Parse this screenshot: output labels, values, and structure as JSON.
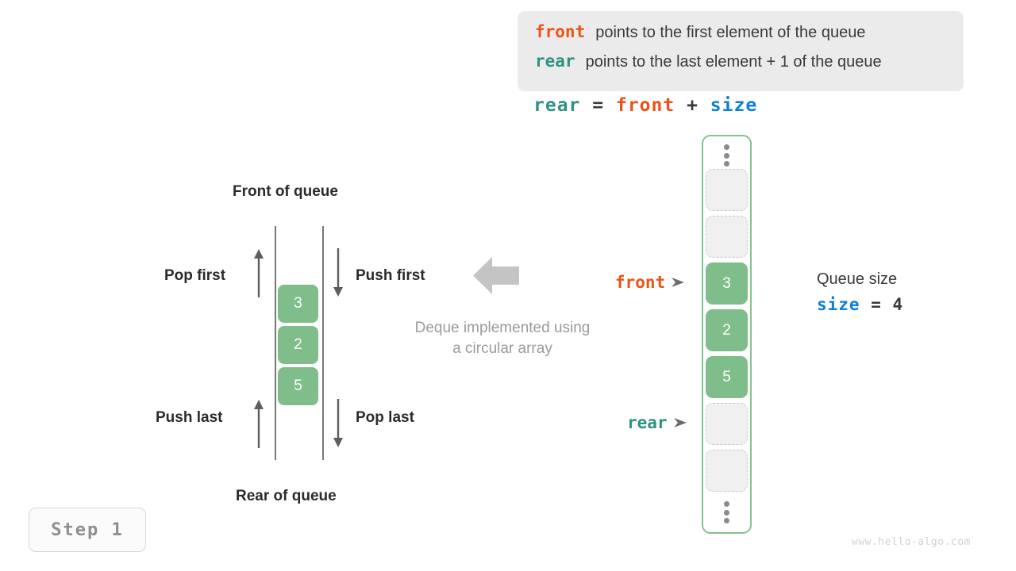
{
  "legend": {
    "rows": [
      {
        "keyword": "front",
        "text": "points to the first element of the queue",
        "color": "#eb5318"
      },
      {
        "keyword": "rear",
        "text": "points to the last element + 1 of the queue",
        "color": "#2e9184"
      }
    ]
  },
  "formula": {
    "lhs": "rear",
    "eq": "=",
    "rhs1": "front",
    "plus": "+",
    "rhs2": "size"
  },
  "deque_diagram": {
    "top_label": "Front of queue",
    "bottom_label": "Rear of queue",
    "operations": {
      "pop_first": "Pop first",
      "push_first": "Push first",
      "push_last": "Push last",
      "pop_last": "Pop last"
    },
    "cells": [
      {
        "value": "3"
      },
      {
        "value": "2"
      },
      {
        "value": "5"
      }
    ],
    "note_line1": "Deque implemented using",
    "note_line2": "a circular array"
  },
  "circular_array": {
    "ellipsis": "⋮",
    "cells": [
      {
        "value": "",
        "state": "empty"
      },
      {
        "value": "",
        "state": "empty"
      },
      {
        "value": "3",
        "state": "filled"
      },
      {
        "value": "2",
        "state": "filled"
      },
      {
        "value": "5",
        "state": "filled"
      },
      {
        "value": "",
        "state": "empty"
      },
      {
        "value": "",
        "state": "empty"
      }
    ],
    "pointers": {
      "front": "front",
      "rear": "rear"
    }
  },
  "size_panel": {
    "caption": "Queue size",
    "var_name": "size",
    "equals": "=",
    "value": "4"
  },
  "step_badge": {
    "label": "Step 1"
  },
  "watermark": {
    "text": "www.hello-algo.com"
  },
  "colors": {
    "front": "#eb5318",
    "rear": "#2e9184",
    "size": "#0c80d6",
    "filled_cell": "#7fbd8a",
    "empty_cell": "#f0f0f0",
    "container_border": "#86c28f",
    "hint_arrow": "#c4c4c4",
    "legend_bg": "#ebebeb"
  }
}
